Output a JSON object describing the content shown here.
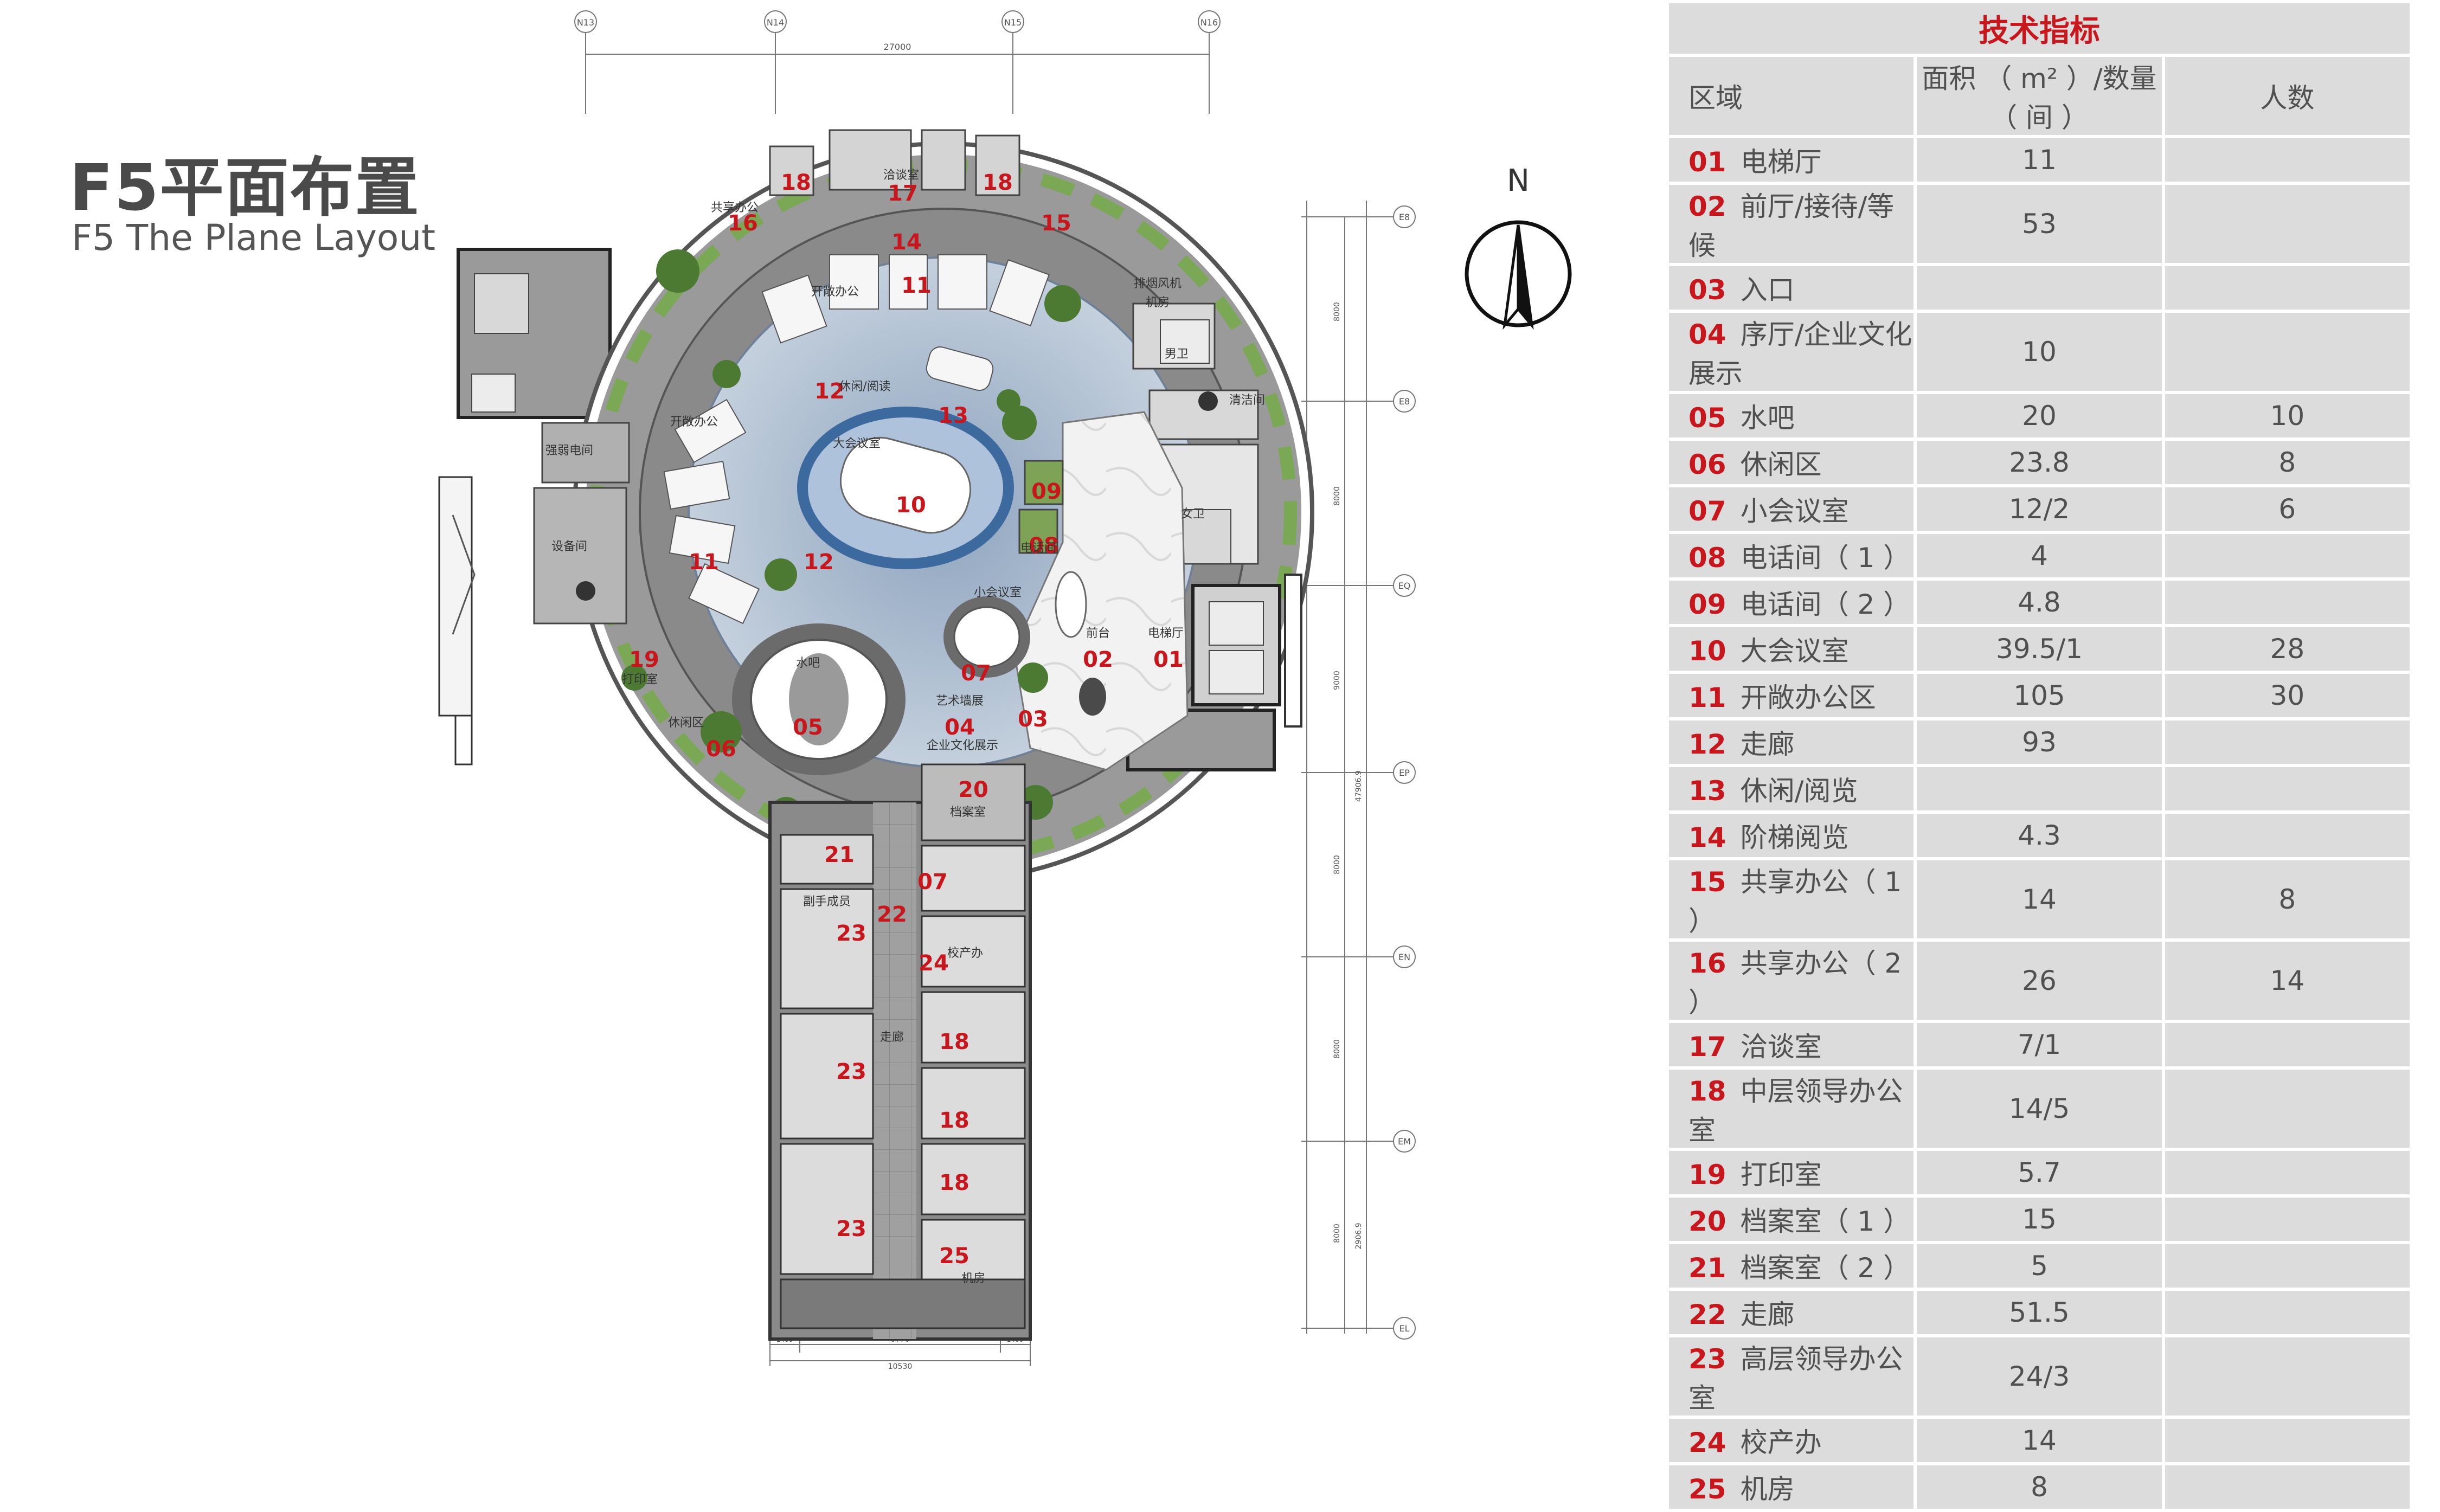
{
  "title": {
    "cn": "F5平面布置",
    "en": "F5 The Plane Layout"
  },
  "north": "N",
  "grid_top": [
    "N13",
    "N14",
    "N15",
    "N16"
  ],
  "grid_right": [
    "E8",
    "E8",
    "EQ",
    "EP",
    "EN",
    "EM",
    "EL"
  ],
  "dims_top": [
    "27000"
  ],
  "dims_bottom": [
    "10530",
    "6770",
    "1400",
    "1800",
    "1400"
  ],
  "dims_right": [
    "8000",
    "8000",
    "9000",
    "8000",
    "8000",
    "8000",
    "47906.9",
    "2906.9"
  ],
  "plan_labels": {
    "room_numbers": [
      "01",
      "02",
      "03",
      "04",
      "05",
      "06",
      "07",
      "08",
      "09",
      "10",
      "11",
      "11",
      "12",
      "12",
      "13",
      "14",
      "15",
      "16",
      "17",
      "18",
      "18",
      "19",
      "20",
      "21",
      "22",
      "23",
      "23",
      "23",
      "24",
      "18",
      "18",
      "18",
      "07",
      "25"
    ],
    "room_names": [
      "排烟风机",
      "机房",
      "强弱电间",
      "设备间",
      "男卫",
      "女卫",
      "清洁间",
      "开敞办公",
      "开敞办公",
      "休闲/阅读",
      "大会议室",
      "水吧",
      "前台",
      "电梯厅",
      "小会议室",
      "电话间",
      "休闲区",
      "档案室",
      "校产办",
      "机房",
      "副手成员",
      "共享办公",
      "洽谈室",
      "打印室",
      "走廊",
      "艺术墙展",
      "企业文化展示"
    ]
  },
  "table": {
    "title": "技术指标",
    "headers": [
      "区域",
      "面积 （ m² ）/数量（ 间 ）",
      "人数"
    ],
    "rows": [
      {
        "no": "01",
        "name": "电梯厅",
        "area": "11",
        "people": ""
      },
      {
        "no": "02",
        "name": "前厅/接待/等候",
        "area": "53",
        "people": ""
      },
      {
        "no": "03",
        "name": "入口",
        "area": "",
        "people": ""
      },
      {
        "no": "04",
        "name": "序厅/企业文化展示",
        "area": "10",
        "people": ""
      },
      {
        "no": "05",
        "name": "水吧",
        "area": "20",
        "people": "10"
      },
      {
        "no": "06",
        "name": "休闲区",
        "area": "23.8",
        "people": "8"
      },
      {
        "no": "07",
        "name": "小会议室",
        "area": "12/2",
        "people": "6"
      },
      {
        "no": "08",
        "name": "电话间（ 1 ）",
        "area": "4",
        "people": ""
      },
      {
        "no": "09",
        "name": "电话间（ 2 ）",
        "area": "4.8",
        "people": ""
      },
      {
        "no": "10",
        "name": "大会议室",
        "area": "39.5/1",
        "people": "28"
      },
      {
        "no": "11",
        "name": "开敞办公区",
        "area": "105",
        "people": "30"
      },
      {
        "no": "12",
        "name": "走廊",
        "area": "93",
        "people": ""
      },
      {
        "no": "13",
        "name": "休闲/阅览",
        "area": "",
        "people": ""
      },
      {
        "no": "14",
        "name": "阶梯阅览",
        "area": "4.3",
        "people": ""
      },
      {
        "no": "15",
        "name": "共享办公（ 1 ）",
        "area": "14",
        "people": "8"
      },
      {
        "no": "16",
        "name": "共享办公（ 2 ）",
        "area": "26",
        "people": "14"
      },
      {
        "no": "17",
        "name": "洽谈室",
        "area": "7/1",
        "people": ""
      },
      {
        "no": "18",
        "name": "中层领导办公室",
        "area": "14/5",
        "people": ""
      },
      {
        "no": "19",
        "name": "打印室",
        "area": "5.7",
        "people": ""
      },
      {
        "no": "20",
        "name": "档案室（ 1 ）",
        "area": "15",
        "people": ""
      },
      {
        "no": "21",
        "name": "档案室（ 2 ）",
        "area": "5",
        "people": ""
      },
      {
        "no": "22",
        "name": "走廊",
        "area": "51.5",
        "people": ""
      },
      {
        "no": "23",
        "name": "高层领导办公室",
        "area": "24/3",
        "people": ""
      },
      {
        "no": "24",
        "name": "校产办",
        "area": "14",
        "people": ""
      },
      {
        "no": "25",
        "name": "机房",
        "area": "8",
        "people": ""
      }
    ]
  },
  "colors": {
    "accent": "#c8161d",
    "table_bg": "#dcdcdc",
    "ring": "#808080",
    "floor_blue": "#b9c6d6",
    "green": "#6a9a48"
  }
}
